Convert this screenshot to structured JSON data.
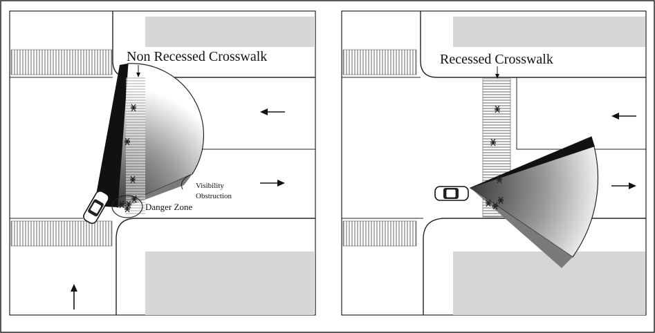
{
  "left_panel": {
    "title": "Non Recessed Crosswalk",
    "danger_label": "Danger Zone",
    "obstruction_label_line1": "Visibility",
    "obstruction_label_line2": "Obstruction"
  },
  "right_panel": {
    "title": "Recessed Crosswalk"
  },
  "colors": {
    "pavement_block": "#d6d6d6",
    "outline": "#222222",
    "blind_spot": "#1a1a1a",
    "obstruction": "#7a7a7a"
  },
  "icons": [
    "car-icon",
    "pedestrian-icon",
    "arrow-left-icon",
    "arrow-right-icon",
    "arrow-up-icon",
    "arrow-down-icon"
  ]
}
